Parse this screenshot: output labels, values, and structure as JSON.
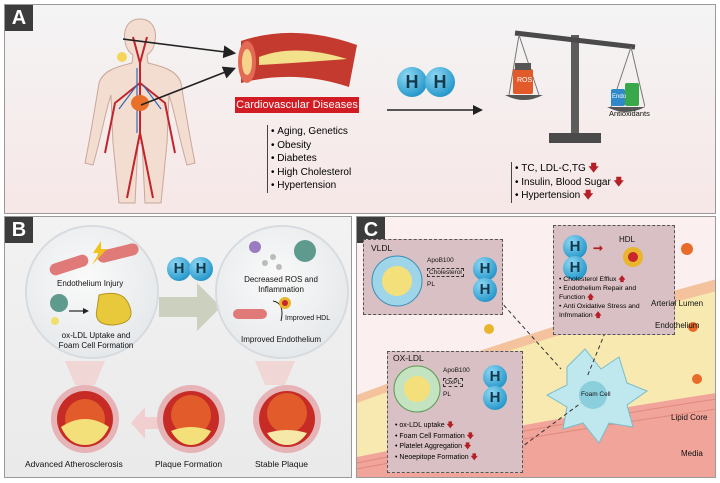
{
  "panel_a": {
    "label": "A",
    "disease_banner": "Cardiovascular Diseases",
    "risk_factors": [
      "Aging, Genetics",
      "Obesity",
      "Diabetes",
      "High Cholesterol",
      "Hypertension"
    ],
    "hh_left": "H",
    "hh_right": "H",
    "scale_left": "ROS",
    "scale_right": "Endo",
    "scale_caption": "Antioxidants",
    "outcomes": [
      "TC, LDL-C,TG",
      "Insulin, Blood Sugar",
      "Hypertension"
    ]
  },
  "panel_b": {
    "label": "B",
    "endothelium_injury": "Endothelium Injury",
    "oxldl_uptake": "ox-LDL Uptake and Foam Cell Formation",
    "decreased_ros": "Decreased ROS and Inflammation",
    "improved_hdl": "Improved HDL",
    "improved_endothelium": "Improved Endothelium",
    "stage_advanced": "Advanced Atherosclerosis",
    "stage_plaque": "Plaque Formation",
    "stage_stable": "Stable Plaque",
    "hh": "H"
  },
  "panel_c": {
    "label": "C",
    "vldl": "VLDL",
    "vldl_apob": "ApoB100",
    "vldl_chol": "Cholesterol",
    "vldl_pl": "PL",
    "hdl": "HDL",
    "hdl_effects": [
      "Cholesterol Efflux",
      "Endothelium Repair and Function",
      "Anti Oxidative Stress and Infmmation"
    ],
    "oxldl": "OX-LDL",
    "oxldl_apob": "ApoB100",
    "oxldl_oxpl": "OxPL",
    "oxldl_pl": "PL",
    "oxldl_effects": [
      "ox-LDL uptake",
      "Foam Cell Formation",
      "Platelet Aggregation",
      "Neoepitope Formation"
    ],
    "arterial_lumen": "Arterial Lumen",
    "endothelium": "Endothelium",
    "foam_cell": "Foam Cell",
    "lipid_core": "Lipid Core",
    "media": "Media",
    "hh": "H"
  }
}
